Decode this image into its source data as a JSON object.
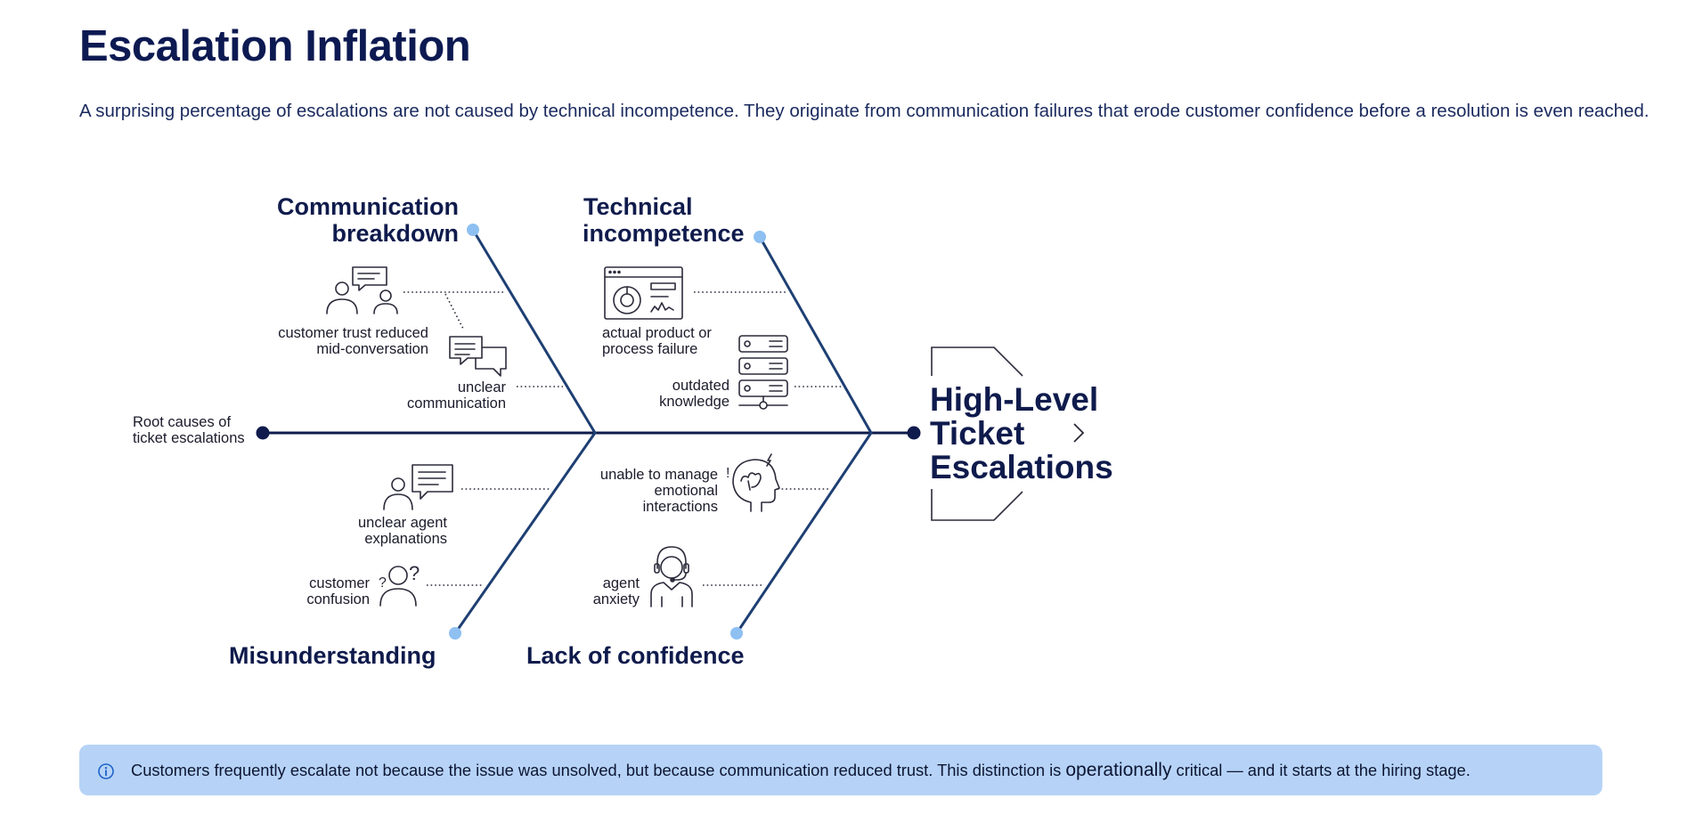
{
  "header": {
    "title": "Escalation Inflation",
    "subtitle": "A surprising percentage of escalations are not caused by technical incompetence. They originate from communication failures that erode customer confidence before a resolution is even reached."
  },
  "diagram": {
    "tail": {
      "line1": "Root causes of",
      "line2": "ticket escalations"
    },
    "head": {
      "line1": "High-Level",
      "line2": "Ticket",
      "line3": "Escalations"
    },
    "categories": {
      "communication": {
        "line1": "Communication",
        "line2": "breakdown",
        "items": {
          "trust": {
            "line1": "customer trust reduced",
            "line2": "mid-conversation",
            "icon": "people-chat-icon"
          },
          "unclear": {
            "line1": "unclear",
            "line2": "communication",
            "icon": "chat-bubbles-icon"
          }
        }
      },
      "technical": {
        "line1": "Technical",
        "line2": "incompetence",
        "items": {
          "failure": {
            "line1": "actual product or",
            "line2": "process failure",
            "icon": "dashboard-window-icon"
          },
          "outdated": {
            "line1": "outdated",
            "line2": "knowledge",
            "icon": "server-stack-icon"
          }
        }
      },
      "misunderstanding": {
        "line1": "Misunderstanding",
        "items": {
          "explanations": {
            "line1": "unclear agent",
            "line2": "explanations",
            "icon": "agent-speech-icon"
          },
          "confusion": {
            "line1": "customer",
            "line2": "confusion",
            "icon": "confused-person-icon"
          }
        }
      },
      "confidence": {
        "line1": "Lack of confidence",
        "items": {
          "emotional": {
            "line1": "unable to manage",
            "line2": "emotional",
            "line3": "interactions",
            "icon": "stressed-head-icon"
          },
          "anxiety": {
            "line1": "agent",
            "line2": "anxiety",
            "icon": "headset-agent-icon"
          }
        }
      }
    },
    "colors": {
      "spine": "#0f1b4c",
      "bones": "#1e3f73",
      "endpoint": "#8ec0f2"
    }
  },
  "callout": {
    "icon": "info-icon",
    "text_before": "Customers frequently escalate not because the issue was unsolved, but because communication reduced trust. This distinction is ",
    "text_emphasis": "operationally",
    "text_after": " critical — and it starts at the hiring stage.",
    "background": "#b6d3f7"
  }
}
